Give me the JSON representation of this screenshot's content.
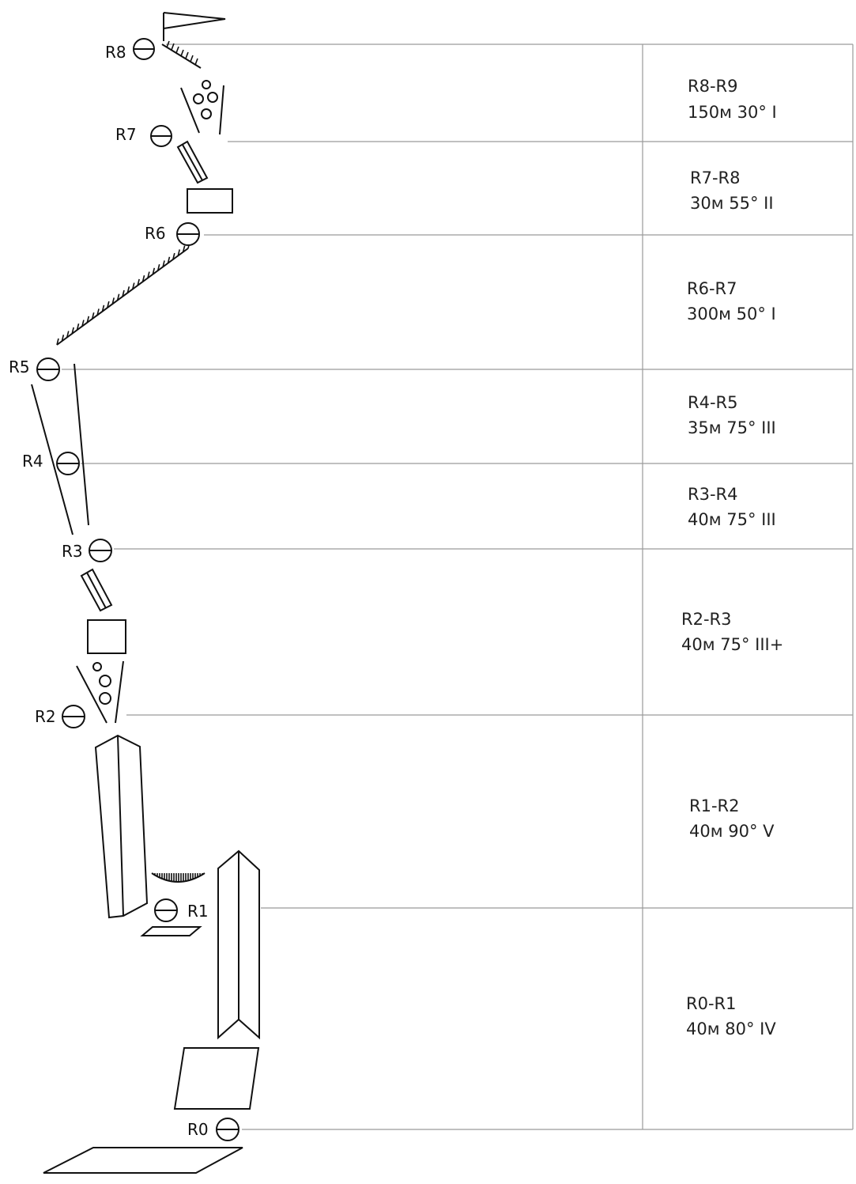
{
  "anchors": [
    {
      "id": "R0",
      "label": "R0"
    },
    {
      "id": "R1",
      "label": "R1"
    },
    {
      "id": "R2",
      "label": "R2"
    },
    {
      "id": "R3",
      "label": "R3"
    },
    {
      "id": "R4",
      "label": "R4"
    },
    {
      "id": "R5",
      "label": "R5"
    },
    {
      "id": "R6",
      "label": "R6"
    },
    {
      "id": "R7",
      "label": "R7"
    },
    {
      "id": "R8",
      "label": "R8"
    }
  ],
  "pitches": [
    {
      "name": "R8-R9",
      "details": "150м 30°  I"
    },
    {
      "name": "R7-R8",
      "details": "30м 55°  II"
    },
    {
      "name": "R6-R7",
      "details": "300м 50°  I"
    },
    {
      "name": "R4-R5",
      "details": "35м 75°  III"
    },
    {
      "name": "R3-R4",
      "details": "40м 75°  III"
    },
    {
      "name": "R2-R3",
      "details": "40м 75°  III+"
    },
    {
      "name": "R1-R2",
      "details": "40м 90°  V"
    },
    {
      "name": "R0-R1",
      "details": "40м 80°  IV"
    }
  ]
}
